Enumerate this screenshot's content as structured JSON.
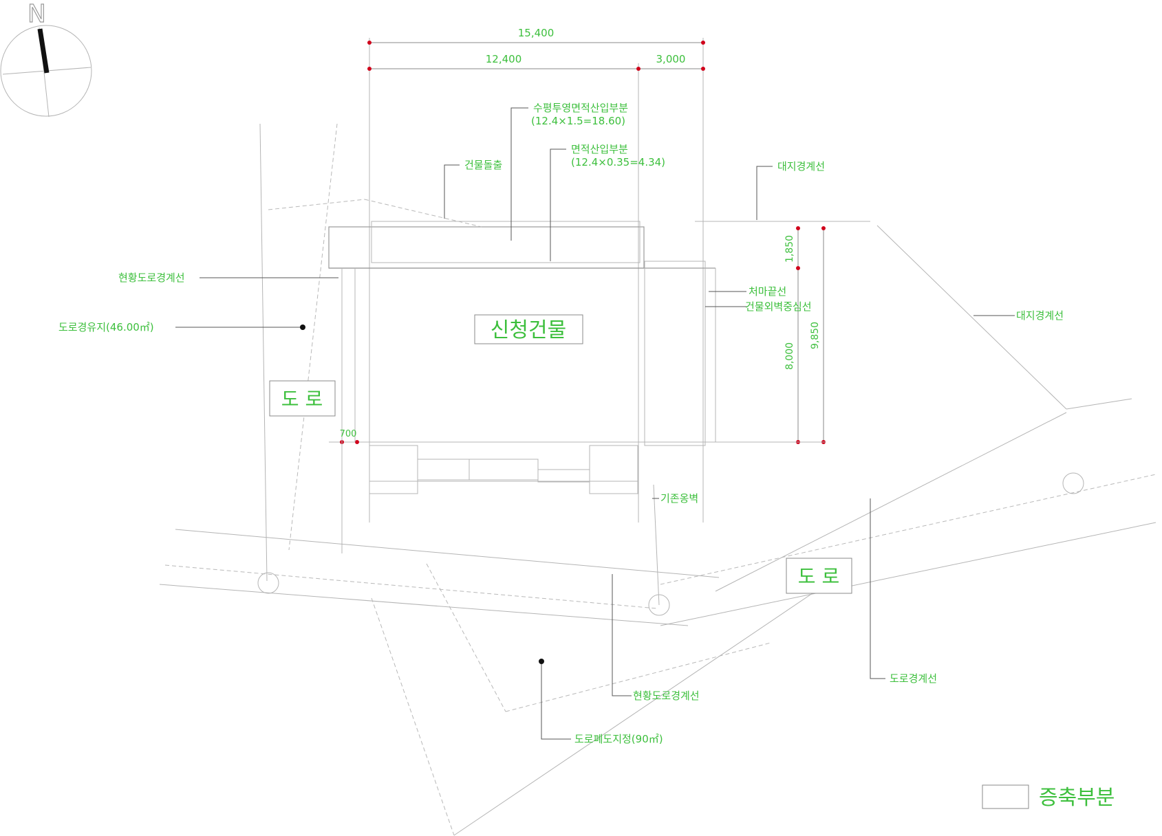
{
  "north_label": "N",
  "dimensions": {
    "total_width": "15,400",
    "left_width": "12,400",
    "right_width": "3,000",
    "top_depth": "1,850",
    "left_depth": "8,000",
    "right_depth": "9,850",
    "corner_offset": "700"
  },
  "labels": {
    "building": "신청건물",
    "road_left": "도 로",
    "road_bottom": "도 로",
    "leader_1_line1": "수평투영면적산입부분",
    "leader_1_line2": "(12.4×1.5=18.60)",
    "leader_2_line1": "면적산입부분",
    "leader_2_line2": "(12.4×0.35=4.34)",
    "leader_3": "건물돌출",
    "leader_4": "대지경계선",
    "leader_5": "현황도로경계선",
    "leader_6": "도로경유지(46.00㎡)",
    "leader_7": "처마끝선",
    "leader_8": "건물외벽중심선",
    "leader_9": "대지경계선",
    "leader_10": "기존옹벽",
    "leader_11": "도로경계선",
    "leader_12": "현황도로경계선",
    "leader_13": "도로폐도지정(90㎡)"
  },
  "legend": {
    "label": "증축부분"
  },
  "colors": {
    "text": "#3cbf3c",
    "dimension_dot": "#d0021b",
    "line": "#b4b4b4"
  }
}
